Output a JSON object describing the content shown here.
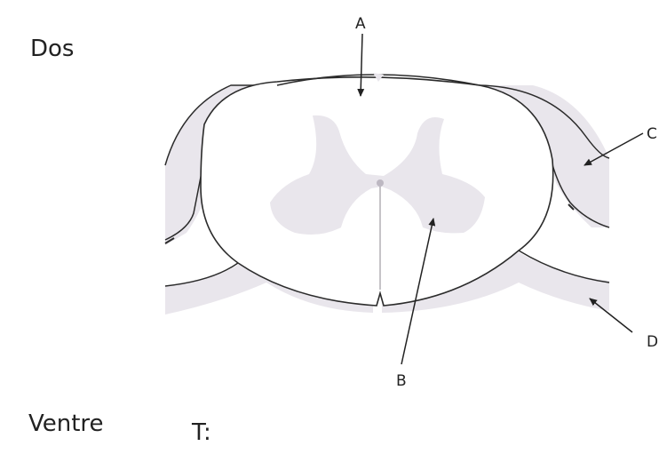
{
  "orientation": {
    "dorsal": "Dos",
    "ventral": "Ventre"
  },
  "labels": {
    "A": "A",
    "B": "B",
    "C": "C",
    "D": "D"
  },
  "prompt": "T:",
  "colors": {
    "tissue_fill": "#e9e6ec",
    "white_matter": "#ffffff",
    "outline": "#2b2b2b",
    "arrow": "#222222"
  }
}
